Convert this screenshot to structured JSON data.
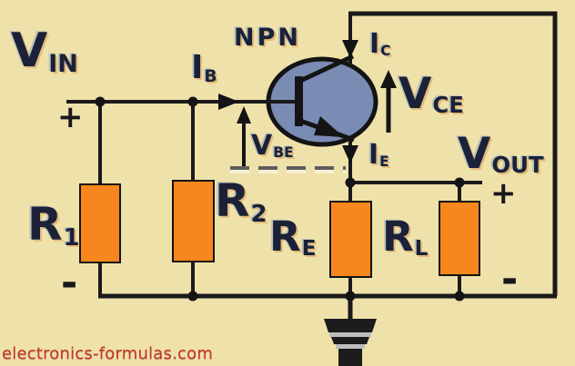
{
  "diagram": {
    "type": "circuit-schematic",
    "subject": "NPN common-collector (emitter follower) amplifier circuit",
    "transistor_label": "NPN",
    "watermark": "electronics-formulas.com",
    "colors": {
      "background": "#EFE1AA",
      "resistor_fill": "#F8861E",
      "transistor_fill": "#7A8BB4",
      "wire": "#1A1A1A",
      "label_text": "#1A2138",
      "watermark_text": "#C2352A"
    },
    "labels": {
      "vin": {
        "main": "V",
        "sub": "IN"
      },
      "ib": {
        "main": "I",
        "sub": "B"
      },
      "vbe": {
        "main": "V",
        "sub": "BE"
      },
      "ic": {
        "main": "I",
        "sub": "C"
      },
      "vce": {
        "main": "V",
        "sub": "CE"
      },
      "ie": {
        "main": "I",
        "sub": "E"
      },
      "vout": {
        "main": "V",
        "sub": "OUT"
      },
      "r1": {
        "main": "R",
        "sub": "1"
      },
      "r2": {
        "main": "R",
        "sub": "2"
      },
      "re": {
        "main": "R",
        "sub": "E"
      },
      "rl": {
        "main": "R",
        "sub": "L"
      },
      "plus_left": "+",
      "minus_left": "-",
      "plus_right": "+",
      "minus_right": "-"
    }
  }
}
